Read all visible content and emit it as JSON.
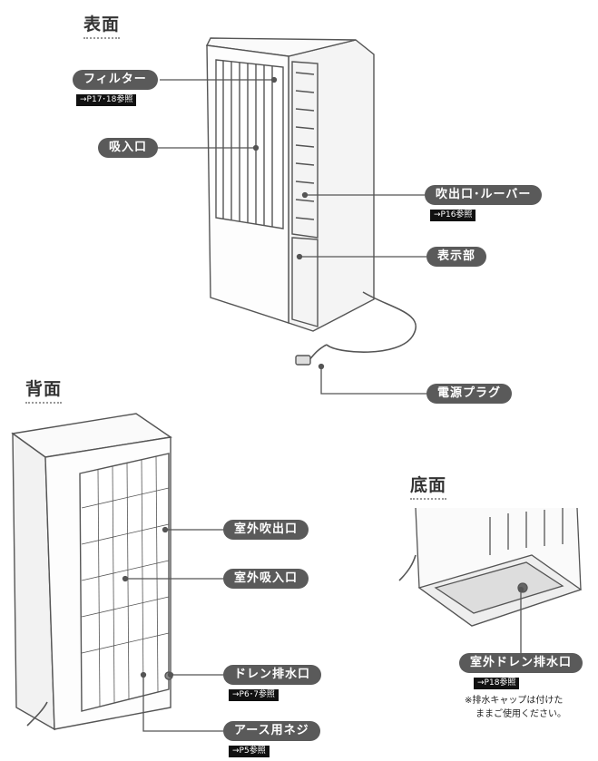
{
  "sections": {
    "front": "表面",
    "back": "背面",
    "bottom": "底面"
  },
  "labels": {
    "filter": "フィルター",
    "filter_ref": "→P17･18参照",
    "intake": "吸入口",
    "outlet_louver": "吹出口･ルーバー",
    "outlet_ref": "→P16参照",
    "display": "表示部",
    "power_plug": "電源プラグ",
    "outdoor_outlet": "室外吹出口",
    "outdoor_intake": "室外吸入口",
    "drain_outlet": "ドレン排水口",
    "drain_ref": "→P6･7参照",
    "earth_screw": "アース用ネジ",
    "earth_ref": "→P5参照",
    "outdoor_drain": "室外ドレン排水口",
    "outdoor_drain_ref": "→P18参照",
    "note_line1": "※排水キャップは付けた",
    "note_line2": "ままご使用ください。"
  },
  "colors": {
    "pill": "#5a5a5a",
    "ref_tag": "#111111",
    "line": "#555555"
  }
}
